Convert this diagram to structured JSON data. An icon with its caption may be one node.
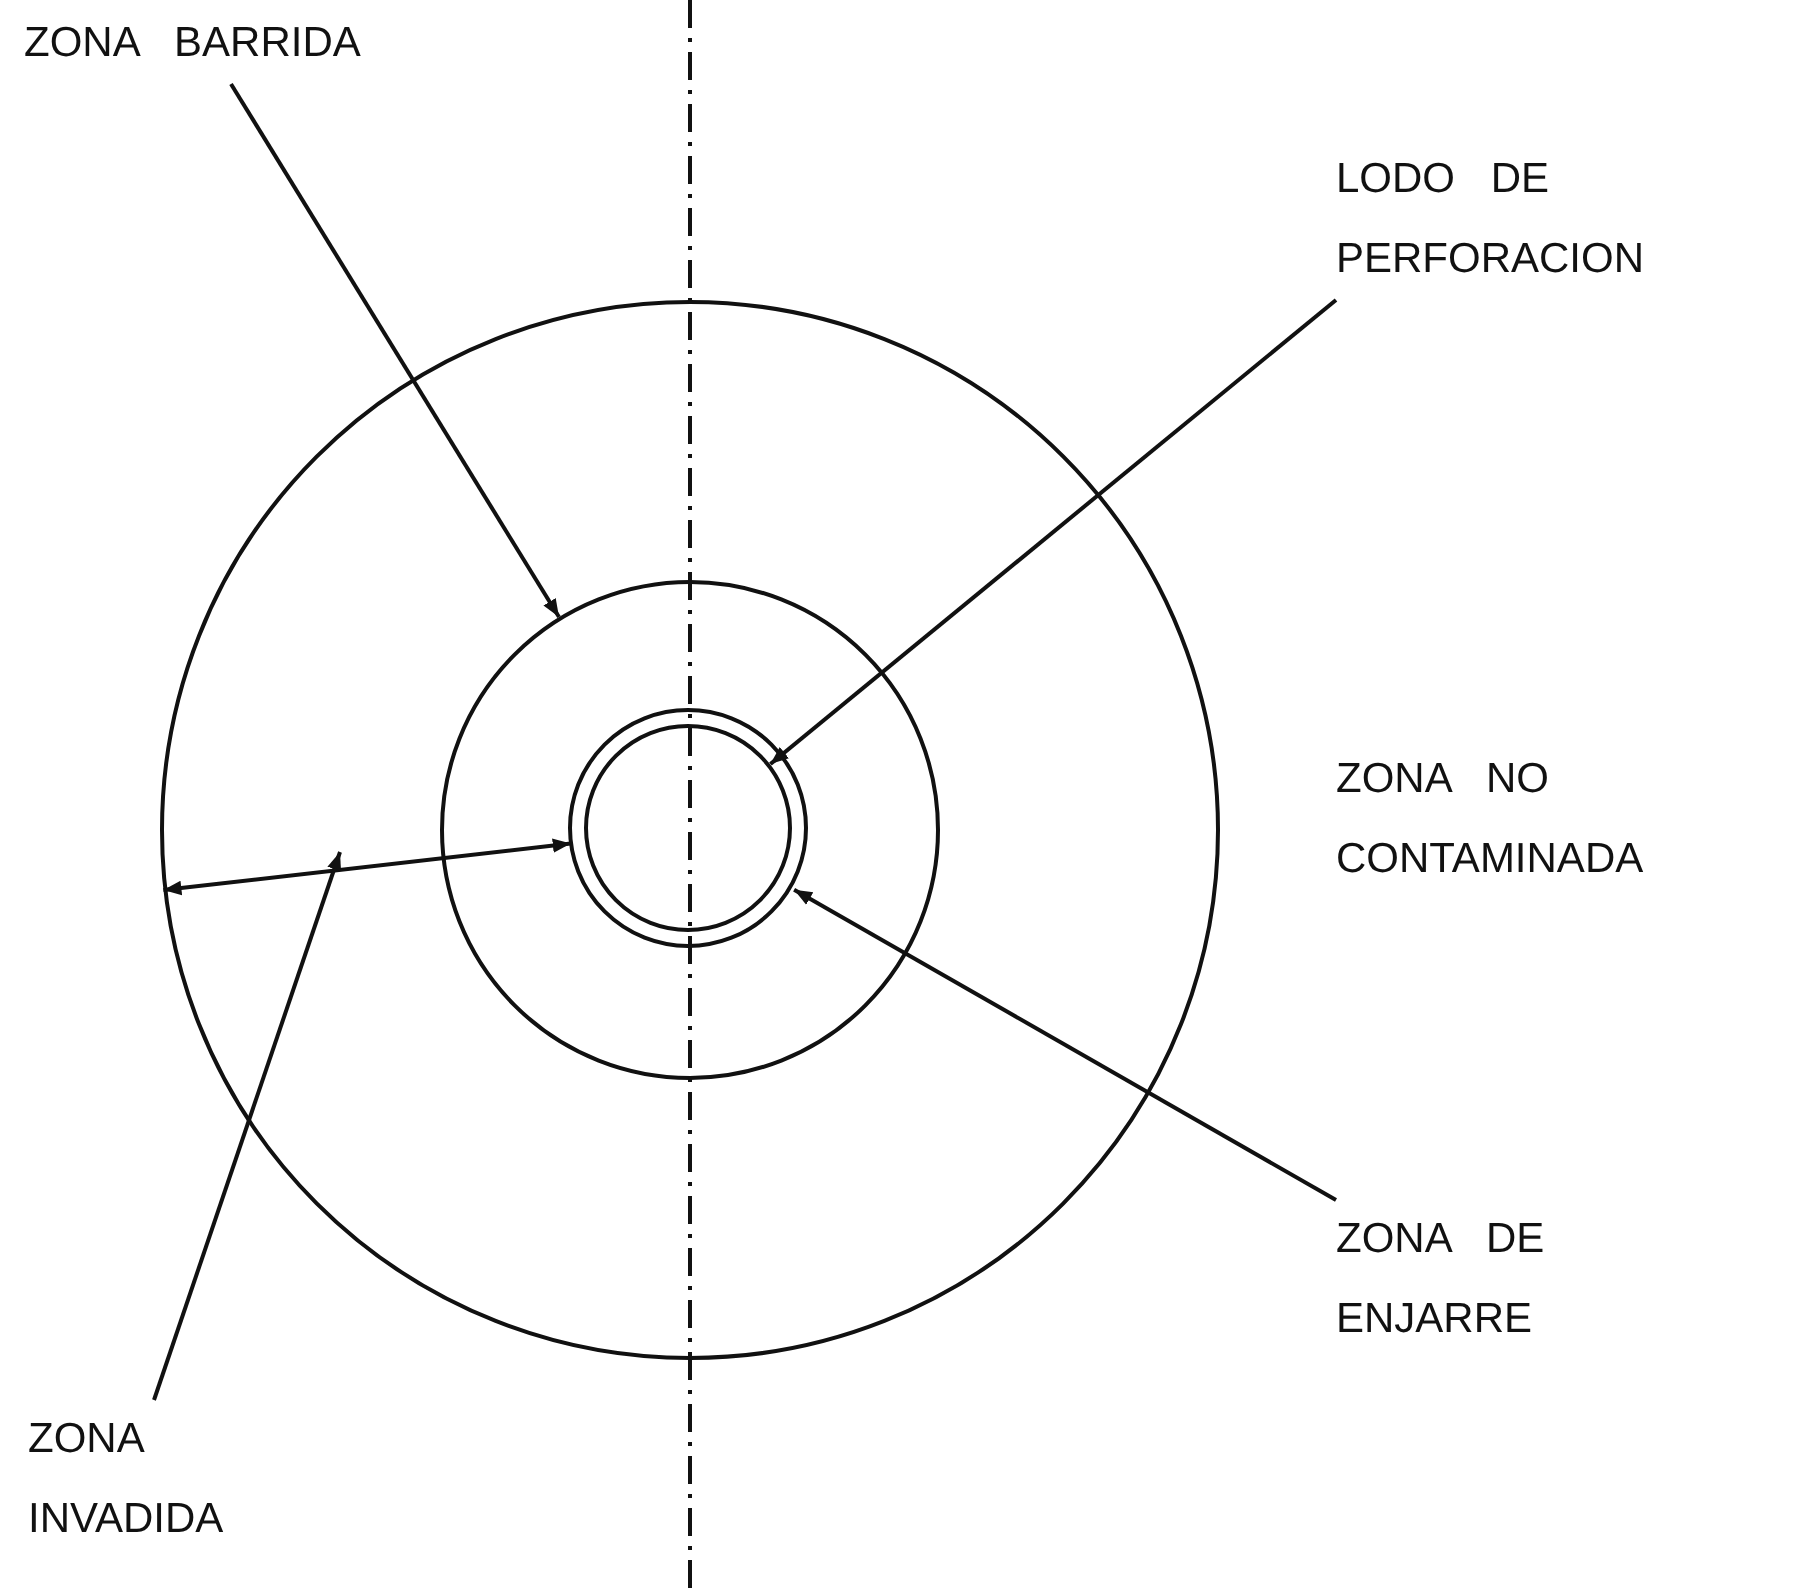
{
  "diagram": {
    "nodes": [
      {
        "text": [],
        "shape": "circle"
      },
      {
        "text": [],
        "shape": "circle",
        "in": 0
      },
      {
        "text": [],
        "shape": "circle",
        "in": 1
      },
      {
        "text": [],
        "shape": "circle",
        "in": 2
      },
      {
        "text": [
          "ZONA BARRIDA"
        ]
      },
      {
        "text": [
          "LODO DE PERFORACION"
        ]
      },
      {
        "text": [
          "ZONA DE ENJARRE"
        ]
      },
      {
        "text": [
          "ZONA INVADIDA"
        ]
      }
    ],
    "edges": [
      {
        "from": 4,
        "to": 1,
        "arrow": "to"
      },
      {
        "from": 5,
        "to": 3,
        "arrow": "to"
      },
      {
        "from": 6,
        "to": 2,
        "arrow": "to"
      },
      {
        "from": 0,
        "to": 2,
        "arrow": "both"
      },
      {
        "from": 7,
        "to": null,
        "arrow": "to"
      }
    ],
    "labels": [
      "ZONA NO CONTAMINADA"
    ]
  }
}
